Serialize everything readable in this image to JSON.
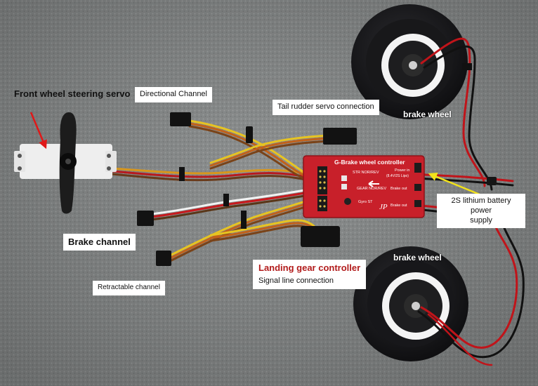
{
  "labels": {
    "front_servo": "Front wheel steering servo",
    "directional": "Directional Channel",
    "tail_rudder": "Tail rudder servo connection",
    "brake_wheel_top": "brake wheel",
    "brake_channel": "Brake channel",
    "battery_line1": "2S lithium battery power",
    "battery_line2": "supply",
    "brake_wheel_bottom": "brake wheel",
    "landing_gear": "Landing gear controller",
    "signal_line": "Signal line connection",
    "retractable": "Retractable channel"
  },
  "controller": {
    "title": "G-Brake wheel controller",
    "str": "STR NOR/REV",
    "gear": "GEAR NOR/REV",
    "gyro": "Gyro ST",
    "power_in": "Power in",
    "power_spec": "(8.4V/2S Lipo)",
    "brake_out_1": "Brake out",
    "brake_out_2": "Brake out",
    "logo": "JP"
  },
  "colors": {
    "background": "#8c8f8f",
    "controller_red": "#c8202a",
    "tire": "#1b1b1d",
    "hub_ring": "#f4f4f4",
    "arrow_red": "#e01818",
    "arrow_yellow": "#f2e21a"
  }
}
